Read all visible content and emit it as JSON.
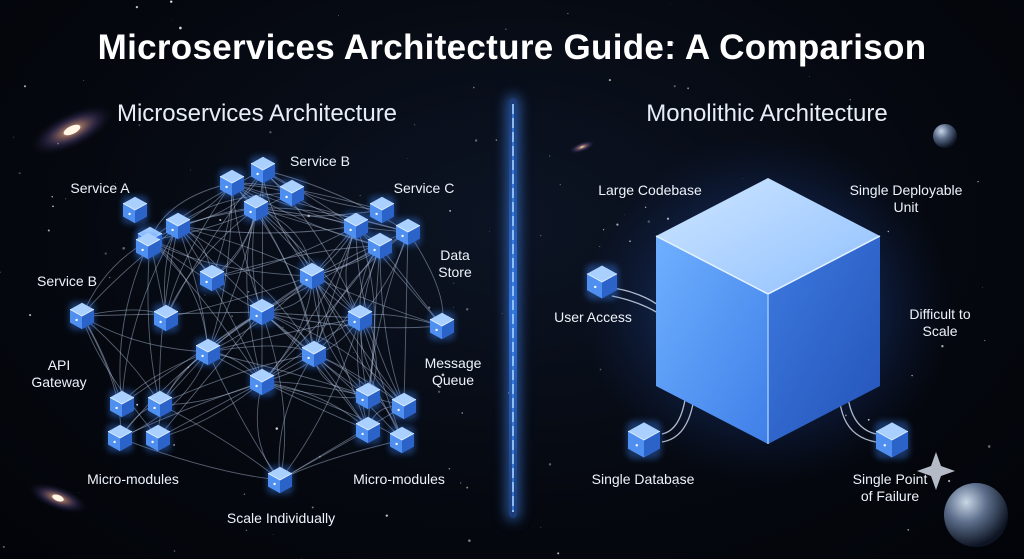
{
  "title": "Microservices Architecture Guide: A Comparison",
  "left": {
    "heading": "Microservices Architecture",
    "labels": {
      "service_a": "Service A",
      "service_b_top": "Service B",
      "service_c": "Service C",
      "service_b_left": "Service B",
      "data_store": "Data\nStore",
      "api_gateway": "API\nGateway",
      "message_queue": "Message\nQueue",
      "micro_modules_left": "Micro-modules",
      "micro_modules_right": "Micro-modules",
      "scale_individually": "Scale Individually"
    }
  },
  "right": {
    "heading": "Monolithic Architecture",
    "labels": {
      "large_codebase": "Large Codebase",
      "single_deployable_unit": "Single Deployable\nUnit",
      "user_access": "User Access",
      "difficult_to_scale": "Difficult to\nScale",
      "single_database": "Single Database",
      "single_point_of_failure": "Single Point\nof Failure"
    }
  },
  "colors": {
    "cube_front": "#4f8ff0",
    "cube_top": "#a9d0ff",
    "cube_side": "#2c63c8",
    "glow": "#3d86ff",
    "line": "#b9c9e6",
    "background": "#05080f"
  }
}
